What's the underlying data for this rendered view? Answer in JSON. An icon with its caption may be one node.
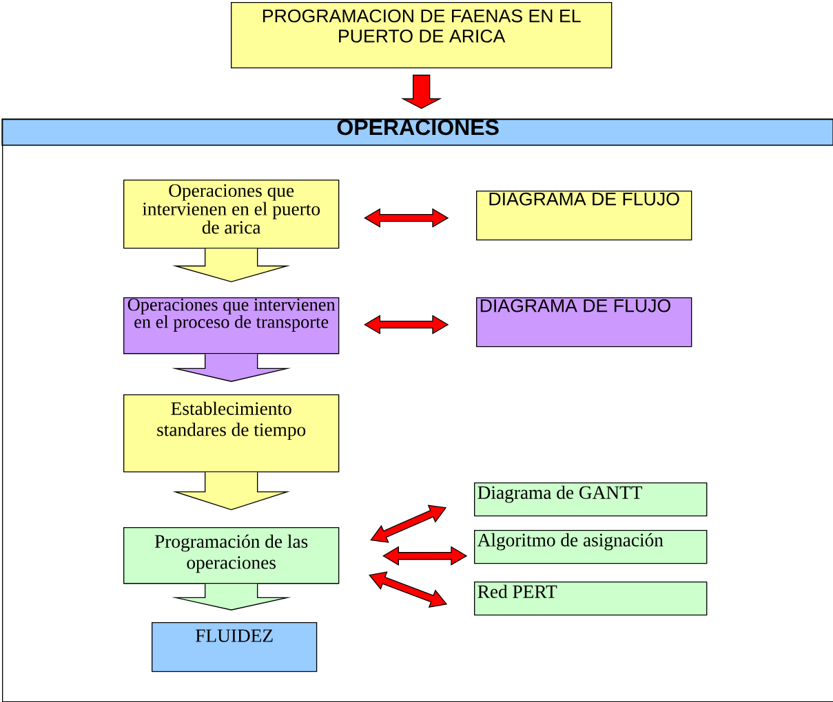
{
  "diagram": {
    "nodes": [
      {
        "text": [
          "PROGRAMACION DE FAENAS EN EL PUERTO DE ARICA"
        ]
      },
      {
        "text": [
          "OPERACIONES"
        ]
      },
      {
        "text": [
          "Operaciones que intervienen en el puerto de arica"
        ],
        "in": 1
      },
      {
        "text": [
          "DIAGRAMA DE FLUJO"
        ],
        "in": 1
      },
      {
        "text": [
          "Operaciones que intervienen en el proceso de transporte"
        ],
        "in": 1
      },
      {
        "text": [
          "DIAGRAMA DE FLUJO"
        ],
        "in": 1
      },
      {
        "text": [
          "Establecimiento standares de tiempo"
        ],
        "in": 1
      },
      {
        "text": [
          "Diagrama de GANTT"
        ],
        "in": 1
      },
      {
        "text": [
          "Programación de las operaciones"
        ],
        "in": 1
      },
      {
        "text": [
          "Algoritmo de asignación"
        ],
        "in": 1
      },
      {
        "text": [
          "Red PERT"
        ],
        "in": 1
      },
      {
        "text": [
          "FLUIDEZ"
        ],
        "in": 1
      }
    ],
    "edges": [
      {
        "from": 0,
        "to": 1,
        "arrow": "to",
        "color": "#ff0000"
      },
      {
        "from": 2,
        "to": 3,
        "arrow": "both",
        "color": "#ff0000"
      },
      {
        "from": 2,
        "to": 4,
        "arrow": "to",
        "color": "#ffff99"
      },
      {
        "from": 4,
        "to": 5,
        "arrow": "both",
        "color": "#ff0000"
      },
      {
        "from": 4,
        "to": 6,
        "arrow": "to",
        "color": "#cc99ff"
      },
      {
        "from": 6,
        "to": 8,
        "arrow": "to",
        "color": "#ffff99"
      },
      {
        "from": 8,
        "to": 7,
        "arrow": "both",
        "color": "#ff0000"
      },
      {
        "from": 8,
        "to": 9,
        "arrow": "both",
        "color": "#ff0000"
      },
      {
        "from": 8,
        "to": 10,
        "arrow": "both",
        "color": "#ff0000"
      },
      {
        "from": 8,
        "to": 11,
        "arrow": "to",
        "color": "#ccffcc"
      }
    ]
  }
}
